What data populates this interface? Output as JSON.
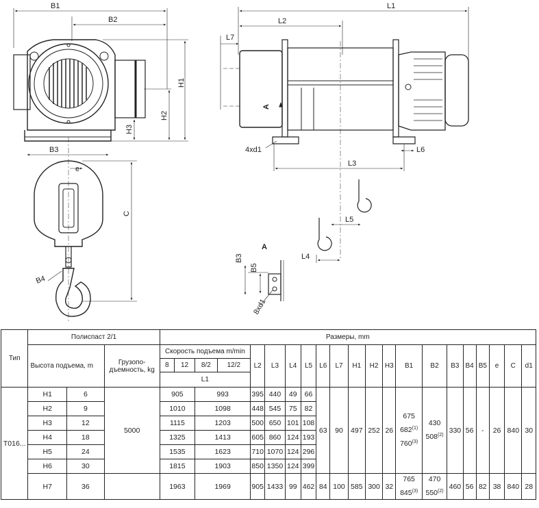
{
  "drawing": {
    "front_view_dims": {
      "b1": "B1",
      "b2": "B2",
      "h1": "H1",
      "h2": "H2",
      "h3": "H3",
      "b3": "B3",
      "c": "C",
      "b4": "B4",
      "e": "e"
    },
    "side_view_dims": {
      "l1": "L1",
      "l2": "L2",
      "l7": "L7",
      "a": "A",
      "d1": "4xd1",
      "l6": "L6",
      "l3": "L3",
      "l5": "L5",
      "l4": "L4"
    },
    "detail_a": {
      "title": "A",
      "b3": "B3",
      "b5": "B5",
      "d1": "8xd1"
    }
  },
  "table": {
    "header": {
      "type": "Тип",
      "reeving": "Полиспаст 2/1",
      "height": "Высота подъема, m",
      "capacity_1": "Грузопо-",
      "capacity_2": "дъемность, kg",
      "speed": "Скорость подъема m/min",
      "sizes": "Размеры, mm",
      "s8": "8",
      "s12": "12",
      "s82": "8/2",
      "s122": "12/2",
      "l1": "L1",
      "cols": [
        "L2",
        "L3",
        "L4",
        "L5",
        "L6",
        "L7",
        "H1",
        "H2",
        "H3",
        "B1",
        "B2",
        "B3",
        "B4",
        "B5",
        "e",
        "C",
        "d1"
      ]
    },
    "type_name": "T016...",
    "capacity": "5000",
    "rows": [
      {
        "code": "H1",
        "height": "6",
        "l1a": "905",
        "l1b": "993",
        "l2": "395",
        "l3": "440",
        "l4": "49",
        "l5": "66"
      },
      {
        "code": "H2",
        "height": "9",
        "l1a": "1010",
        "l1b": "1098",
        "l2": "448",
        "l3": "545",
        "l4": "75",
        "l5": "82"
      },
      {
        "code": "H3",
        "height": "12",
        "l1a": "1115",
        "l1b": "1203",
        "l2": "500",
        "l3": "650",
        "l4": "101",
        "l5": "108"
      },
      {
        "code": "H4",
        "height": "18",
        "l1a": "1325",
        "l1b": "1413",
        "l2": "605",
        "l3": "860",
        "l4": "124",
        "l5": "193"
      },
      {
        "code": "H5",
        "height": "24",
        "l1a": "1535",
        "l1b": "1623",
        "l2": "710",
        "l3": "1070",
        "l4": "124",
        "l5": "296"
      },
      {
        "code": "H6",
        "height": "30",
        "l1a": "1815",
        "l1b": "1903",
        "l2": "850",
        "l3": "1350",
        "l4": "124",
        "l5": "399"
      }
    ],
    "group": {
      "l6": "63",
      "l7": "90",
      "h1": "497",
      "h2": "252",
      "h3": "26",
      "b1_main": "675",
      "b1_a": "682",
      "b1_a_note": "(1)",
      "b1_b": "760",
      "b1_b_note": "(3)",
      "b2_main": "430",
      "b2_a": "508",
      "b2_a_note": "(2)",
      "b3": "330",
      "b4": "56",
      "b5": "-",
      "e": "26",
      "c": "840",
      "d1": "30"
    },
    "last": {
      "code": "H7",
      "height": "36",
      "l1a": "1963",
      "l1b": "1969",
      "l2": "905",
      "l3": "1433",
      "l4": "99",
      "l5": "462",
      "l6": "84",
      "l7": "100",
      "h1": "585",
      "h2": "300",
      "h3": "32",
      "b1_a": "765",
      "b1_b": "845",
      "b1_b_note": "(3)",
      "b2_a": "470",
      "b2_b": "550",
      "b2_b_note": "(2)",
      "b3": "460",
      "b4": "56",
      "b5": "82",
      "e": "38",
      "c": "840",
      "d1": "28"
    }
  }
}
